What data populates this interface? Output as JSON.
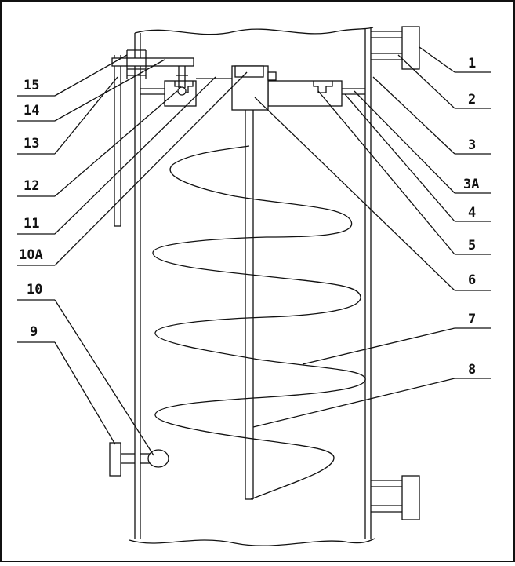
{
  "figure": {
    "labels_left": [
      "15",
      "14",
      "13",
      "12",
      "11",
      "10A",
      "10",
      "9"
    ],
    "labels_right": [
      "1",
      "2",
      "3",
      "3A",
      "4",
      "5",
      "6",
      "7",
      "8"
    ]
  }
}
